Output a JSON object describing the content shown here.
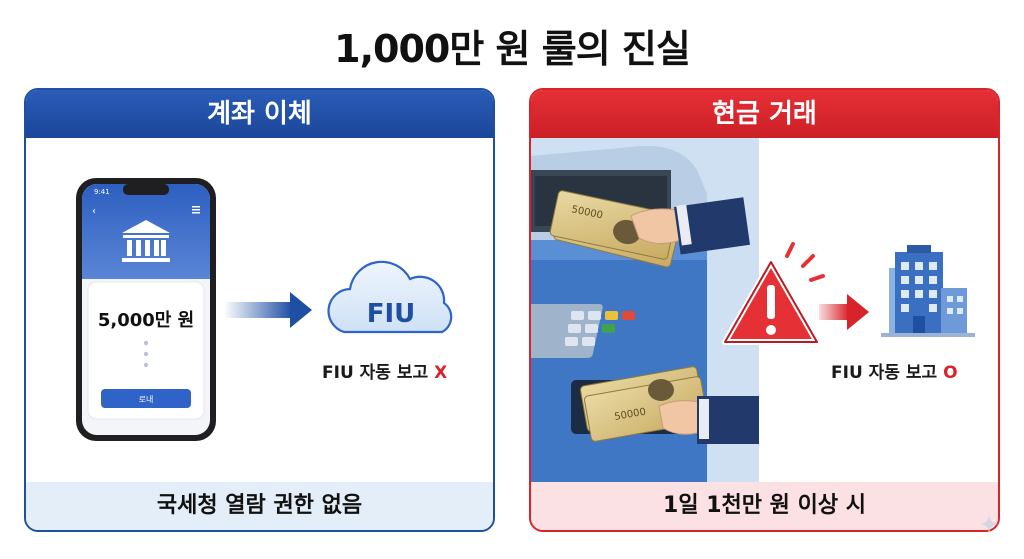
{
  "title": "1,000만 원 룰의 진실",
  "left_panel": {
    "header": "계좌 이체",
    "phone_amount": "5,000만 원",
    "phone_button": "로내",
    "status_time": "9:41",
    "cloud_label": "FIU",
    "report_text": "FIU 자동 보고",
    "report_mark": "X",
    "footer": "국세청 열람 권한 없음"
  },
  "right_panel": {
    "header": "현금 거래",
    "bill_label": "50000",
    "report_text": "FIU 자동 보고",
    "report_mark": "O",
    "footer": "1일 1천만 원 이상 시"
  },
  "colors": {
    "blue": "#1f4fa3",
    "red": "#d8232a",
    "cloud": "#dbe9f8"
  },
  "icons": [
    "bank-icon",
    "arrow-right-icon",
    "cloud-icon",
    "atm-illustration",
    "warning-icon",
    "building-icon",
    "sparkle-icon"
  ]
}
